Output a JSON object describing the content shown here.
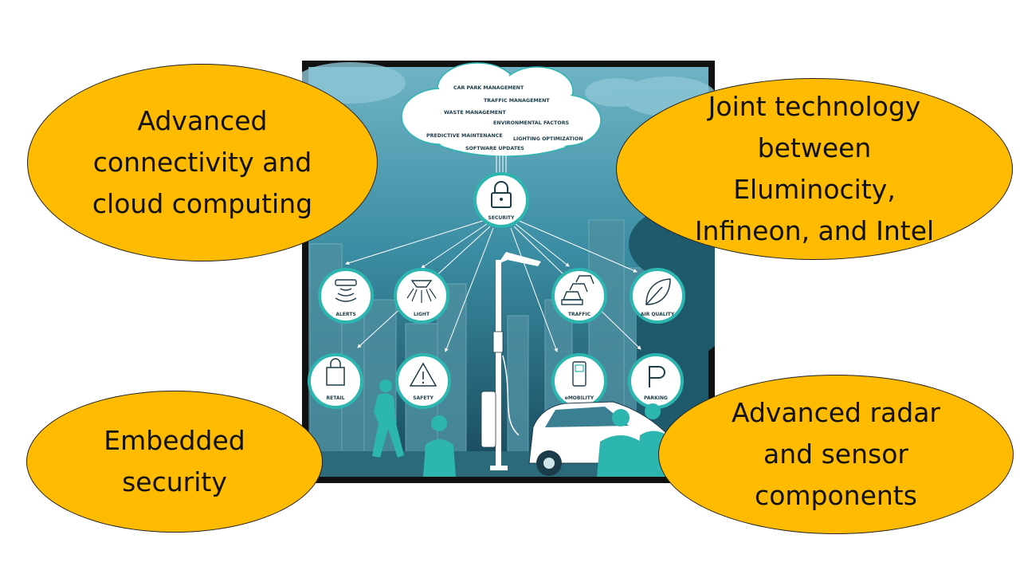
{
  "bubbles": {
    "top_left": [
      "Advanced",
      "connectivity and",
      "cloud computing"
    ],
    "top_right": [
      "Joint technology",
      "between",
      "Eluminocity,",
      "Infineon, and Intel"
    ],
    "bottom_left": [
      "Embedded",
      "security"
    ],
    "bottom_right": [
      "Advanced radar",
      "and sensor",
      "components"
    ]
  },
  "illustration": {
    "cloud_items": [
      "CAR PARK MANAGEMENT",
      "TRAFFIC MANAGEMENT",
      "WASTE MANAGEMENT",
      "ENVIRONMENTAL FACTORS",
      "PREDICTIVE MAINTENANCE",
      "LIGHTING OPTIMIZATION",
      "SOFTWARE UPDATES"
    ],
    "security_label": "SECURITY",
    "icon_labels": {
      "alerts": "ALERTS",
      "light": "LIGHT",
      "traffic": "TRAFFIC",
      "air_quality": "AIR QUALITY",
      "retail": "RETAIL",
      "safety": "SAFETY",
      "emobility": "eMOBILITY",
      "parking": "PARKING"
    },
    "colors": {
      "bubble": "#FFBB00",
      "sky": "#3f8fa5",
      "teal": "#2db6b0",
      "dark": "#1d3c4a"
    }
  }
}
